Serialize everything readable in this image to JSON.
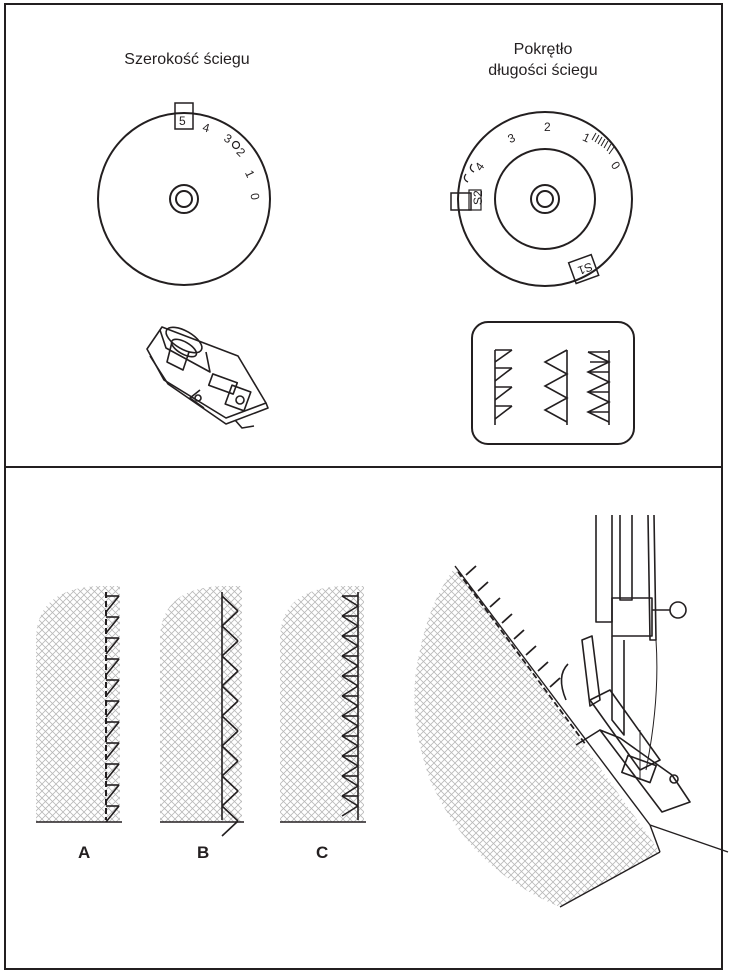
{
  "top_section": {
    "width_dial": {
      "label": "Szerokość ściegu",
      "numbers": [
        "5",
        "4",
        "3",
        "2",
        "1",
        "0"
      ],
      "selected": "5"
    },
    "length_dial": {
      "label_line1": "Pokrętło",
      "label_line2": "długości ściegu",
      "numbers": [
        "3",
        "2",
        "1",
        "0",
        "4"
      ],
      "selected_left": "S2",
      "selected_right": "S1"
    }
  },
  "bottom_section": {
    "fabric_labels": [
      "A",
      "B",
      "C"
    ]
  },
  "colors": {
    "ink": "#231f20",
    "fabric_hatch": "#b9b9b9"
  }
}
